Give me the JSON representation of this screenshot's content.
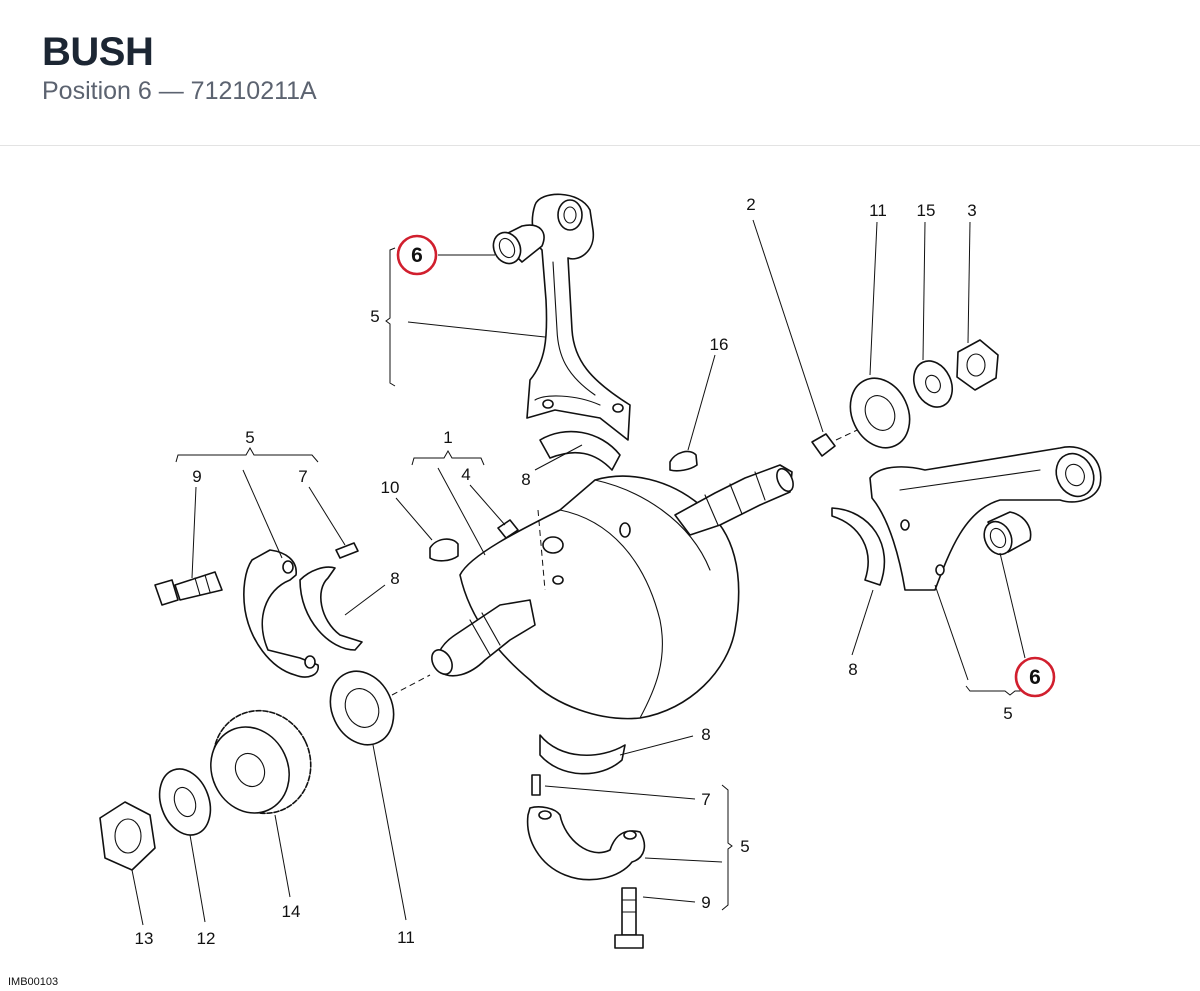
{
  "header": {
    "title": "BUSH",
    "subtitle": "Position 6 — 71210211A"
  },
  "image_code": "IMB00103",
  "highlight": {
    "position": "6",
    "color": "#d11f2e"
  },
  "labels": {
    "l5_top": "5",
    "l2": "2",
    "l11_top": "11",
    "l15": "15",
    "l3": "3",
    "l16": "16",
    "l5_left": "5",
    "l9_left": "9",
    "l7_left": "7",
    "l1": "1",
    "l4": "4",
    "l10": "10",
    "l8_top": "8",
    "l8_left": "8",
    "l8_right": "8",
    "l5_right": "5",
    "l8_bottom": "8",
    "l7_bottom": "7",
    "l5_bottom": "5",
    "l9_bottom": "9",
    "l13": "13",
    "l12": "12",
    "l14": "14",
    "l11_bottom": "11"
  }
}
